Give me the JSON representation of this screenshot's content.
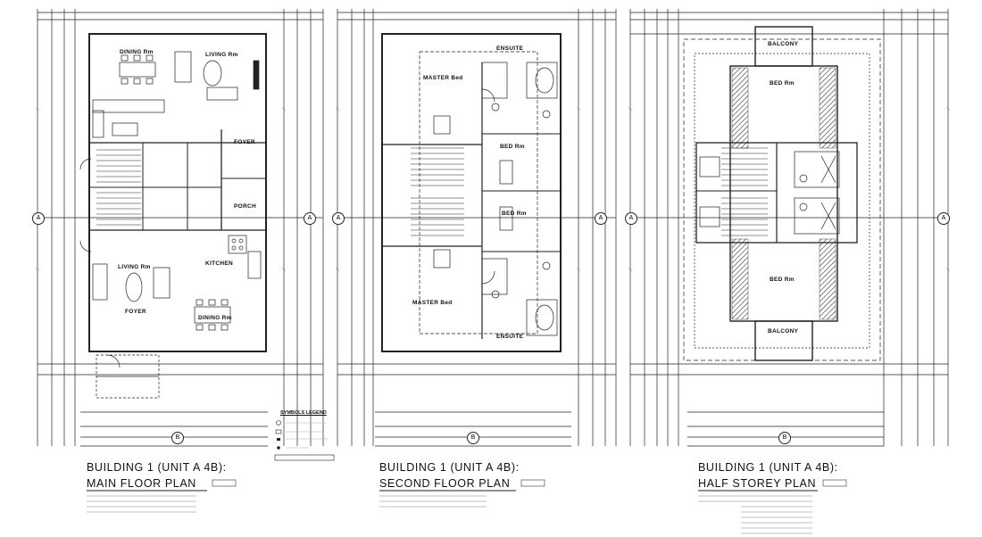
{
  "plans": [
    {
      "id": "main",
      "title_line1": "BUILDING 1 (UNIT A 4B):",
      "title_line2": "MAIN FLOOR PLAN",
      "rooms": [
        "DINING Rm",
        "LIVING Rm",
        "FOYER",
        "PORCH",
        "LIVING Rm",
        "KITCHEN",
        "FOYER",
        "DINING Rm"
      ]
    },
    {
      "id": "second",
      "title_line1": "BUILDING 1 (UNIT A 4B):",
      "title_line2": "SECOND FLOOR PLAN",
      "rooms": [
        "ENSUITE",
        "MASTER Bed",
        "BED Rm",
        "BED Rm",
        "MASTER Bed",
        "ENSUITE"
      ]
    },
    {
      "id": "half",
      "title_line1": "BUILDING 1 (UNIT A 4B):",
      "title_line2": "HALF STOREY PLAN",
      "rooms": [
        "BALCONY",
        "BED Rm",
        "BED Rm",
        "BALCONY"
      ]
    }
  ],
  "legend": {
    "title": "SYMBOLS LEGEND"
  },
  "grid_labels": {
    "a": "A",
    "b": "B"
  }
}
